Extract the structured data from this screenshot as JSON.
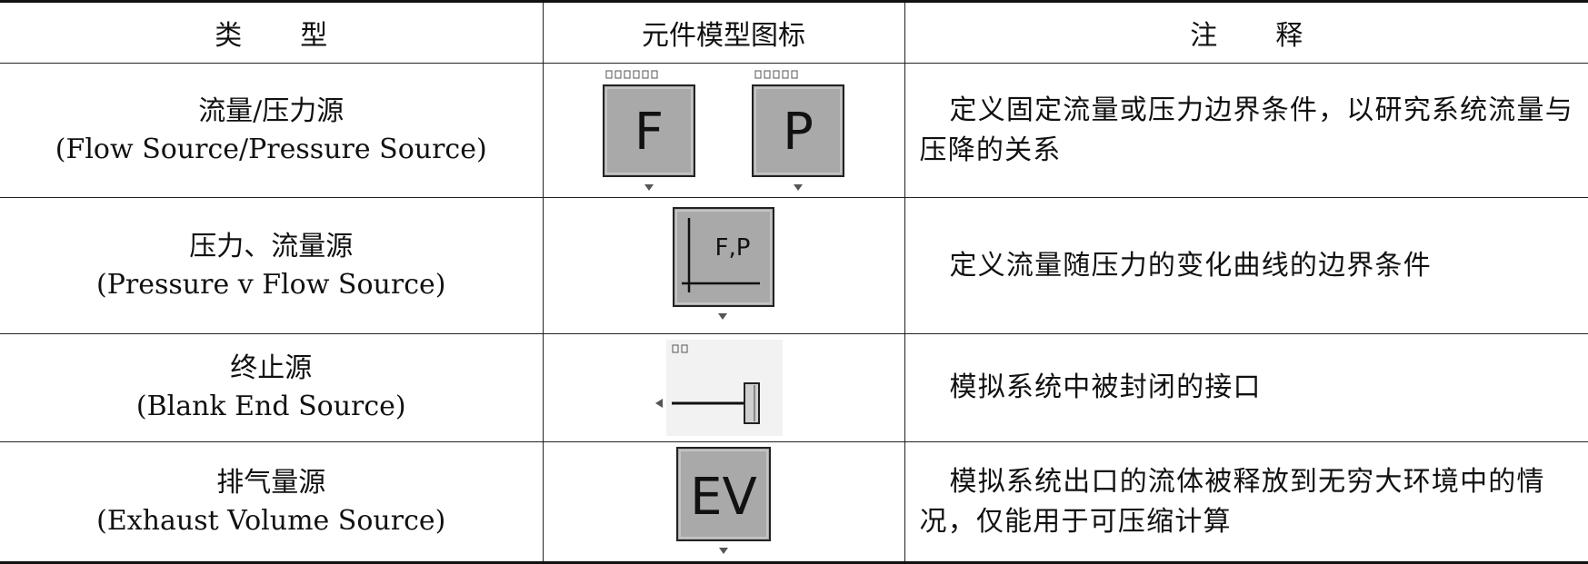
{
  "header": {
    "type_a": "类",
    "type_b": "型",
    "icon_col": "元件模型图标",
    "note_a": "注",
    "note_b": "释"
  },
  "rows": [
    {
      "type_cn": "流量/压力源",
      "type_en": "(Flow Source/Pressure Source)",
      "icon_labels": [
        "F",
        "P"
      ],
      "icon_names": [
        "flow-source-icon",
        "pressure-source-icon"
      ],
      "note": "定义固定流量或压力边界条件，以研究系统流量与压降的关系"
    },
    {
      "type_cn": "压力、流量源",
      "type_en": "(Pressure v Flow Source)",
      "icon_labels": [
        "F,P"
      ],
      "icon_names": [
        "pressure-flow-curve-icon"
      ],
      "note": "定义流量随压力的变化曲线的边界条件"
    },
    {
      "type_cn": "终止源",
      "type_en": "(Blank End Source)",
      "icon_labels": [],
      "icon_names": [
        "blank-end-icon"
      ],
      "note": "模拟系统中被封闭的接口"
    },
    {
      "type_cn": "排气量源",
      "type_en": "(Exhaust Volume Source)",
      "icon_labels": [
        "EV"
      ],
      "icon_names": [
        "exhaust-volume-icon"
      ],
      "note": "模拟系统出口的流体被释放到无穷大环境中的情况，仅能用于可压缩计算"
    }
  ]
}
